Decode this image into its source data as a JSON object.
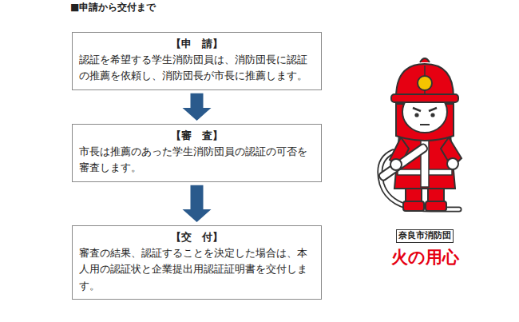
{
  "diagram": {
    "title": "■申請から交付まで",
    "nodes": [
      {
        "text": [
          "【申　請】",
          "認証を希望する学生消防団員は、消防団長に認証の推薦を依頼し、消防団長が市長に推薦します。"
        ]
      },
      {
        "text": [
          "【審　査】",
          "市長は推薦のあった学生消防団員の認証の可否を審査します。"
        ]
      },
      {
        "text": [
          "【交　付】",
          "審査の結果、認証することを決定した場合は、本人用の認証状と企業提出用認証証明書を交付します。"
        ]
      },
      {
        "text": [
          "奈良市消防団"
        ]
      }
    ],
    "edges": [
      {
        "from": 0,
        "to": 1,
        "arrow": "to"
      },
      {
        "from": 1,
        "to": 2,
        "arrow": "to"
      }
    ],
    "labels": [
      "火の用心"
    ]
  }
}
